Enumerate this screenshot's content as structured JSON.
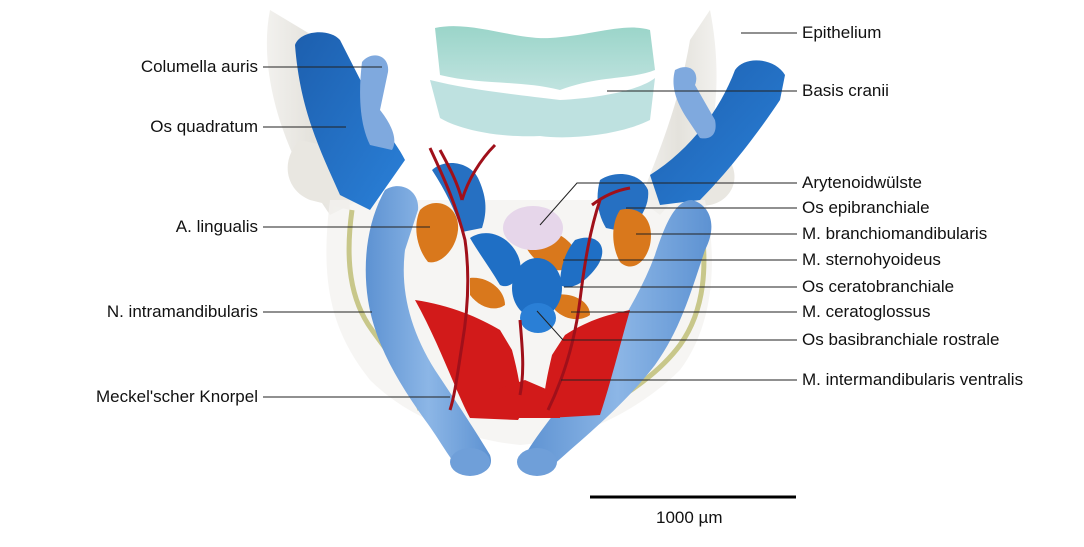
{
  "figure": {
    "labels_left": [
      {
        "id": "columella",
        "text": "Columella auris"
      },
      {
        "id": "quadratum",
        "text": "Os quadratum"
      },
      {
        "id": "lingualis",
        "text": "A. lingualis"
      },
      {
        "id": "intramandibularis",
        "text": "N. intramandibularis"
      },
      {
        "id": "meckel",
        "text": "Meckel'scher Knorpel"
      }
    ],
    "labels_right": [
      {
        "id": "epithelium",
        "text": "Epithelium"
      },
      {
        "id": "basis",
        "text": "Basis cranii"
      },
      {
        "id": "arytenoid",
        "text": "Arytenoidwülste"
      },
      {
        "id": "epibranchiale",
        "text": "Os epibranchiale"
      },
      {
        "id": "branchiomandibularis",
        "text": "M. branchiomandibularis"
      },
      {
        "id": "sternohyoideus",
        "text": "M. sternohyoideus"
      },
      {
        "id": "ceratobranchiale",
        "text": "Os ceratobranchiale"
      },
      {
        "id": "ceratoglossus",
        "text": "M. ceratoglossus"
      },
      {
        "id": "basibranchiale",
        "text": "Os basibranchiale rostrale"
      },
      {
        "id": "intermandibularis",
        "text": "M. intermandibularis ventralis"
      }
    ],
    "scale_bar": {
      "text": "1000 µm"
    },
    "colors": {
      "epithelium": "#ecebe6",
      "basis_cranii": "#a9d9d2",
      "cartilage_dark": "#1f6fc5",
      "cartilage_light": "#7aa9df",
      "muscle_orange": "#d9781c",
      "muscle_red": "#d01818",
      "artery": "#a0101a",
      "arytenoid": "#e8d8ea",
      "nerve": "#d8d79a"
    }
  }
}
